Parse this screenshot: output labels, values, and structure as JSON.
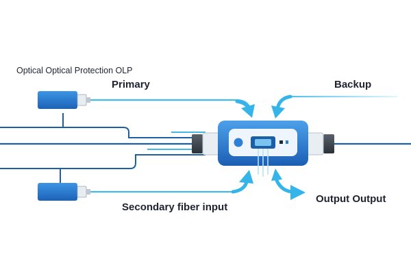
{
  "title": "Optical Optical Protection OLP",
  "labels": {
    "primary": "Primary",
    "backup": "Backup",
    "secondary_input": "Secondary fiber input",
    "output": "Output Output"
  },
  "colors": {
    "background": "#ffffff",
    "fiber": "#45b8e8",
    "fiber_dark": "#1d5fa6",
    "arrow": "#35b4ea",
    "device_body": "#2f7fd6",
    "device_body_dark": "#1a5bb0",
    "device_face": "#eef5fc",
    "module_body": "#2a7fd2",
    "ferrule": "#e8edf2",
    "connector": "#3d434b",
    "text": "#1e2330"
  },
  "icons": {
    "arrows": "arrow-icon",
    "modules": "fiber-module-icon",
    "device": "olp-device-icon"
  }
}
